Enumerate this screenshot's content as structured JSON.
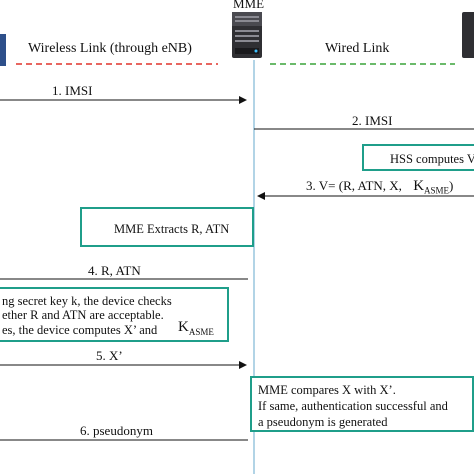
{
  "header": {
    "mme_label": "MME",
    "wireless_link_label": "Wireless Link (through eNB)",
    "wired_link_label": "Wired Link"
  },
  "messages": {
    "m1": "1. IMSI",
    "m2": "2. IMSI",
    "m3_prefix": "3. V= (R, ATN, X,",
    "m3_k": "K",
    "m3_sub": "ASME",
    "m3_suffix": ")",
    "m4": "4. R, ATN",
    "m5": "5. X’",
    "m6": "6. pseudonym"
  },
  "boxes": {
    "hss": "HSS computes V",
    "mme_extract": "MME Extracts R, ATN",
    "device_line1": "ng secret key k, the device checks",
    "device_line2": "ether R and ATN are acceptable.",
    "device_line3": "es, the device computes X’ and",
    "device_k": "K",
    "device_sub": "ASME",
    "mme_compare_line1": "MME compares X with X’.",
    "mme_compare_line2": "If same, authentication successful and",
    "mme_compare_line3": "a pseudonym is generated"
  },
  "colors": {
    "wireless_dash": "#e0342c",
    "wired_dash": "#3aa33a",
    "box_border": "#1f9e8a",
    "lifeline": "#7fb8d6"
  },
  "icons": {
    "server": "server-icon"
  }
}
